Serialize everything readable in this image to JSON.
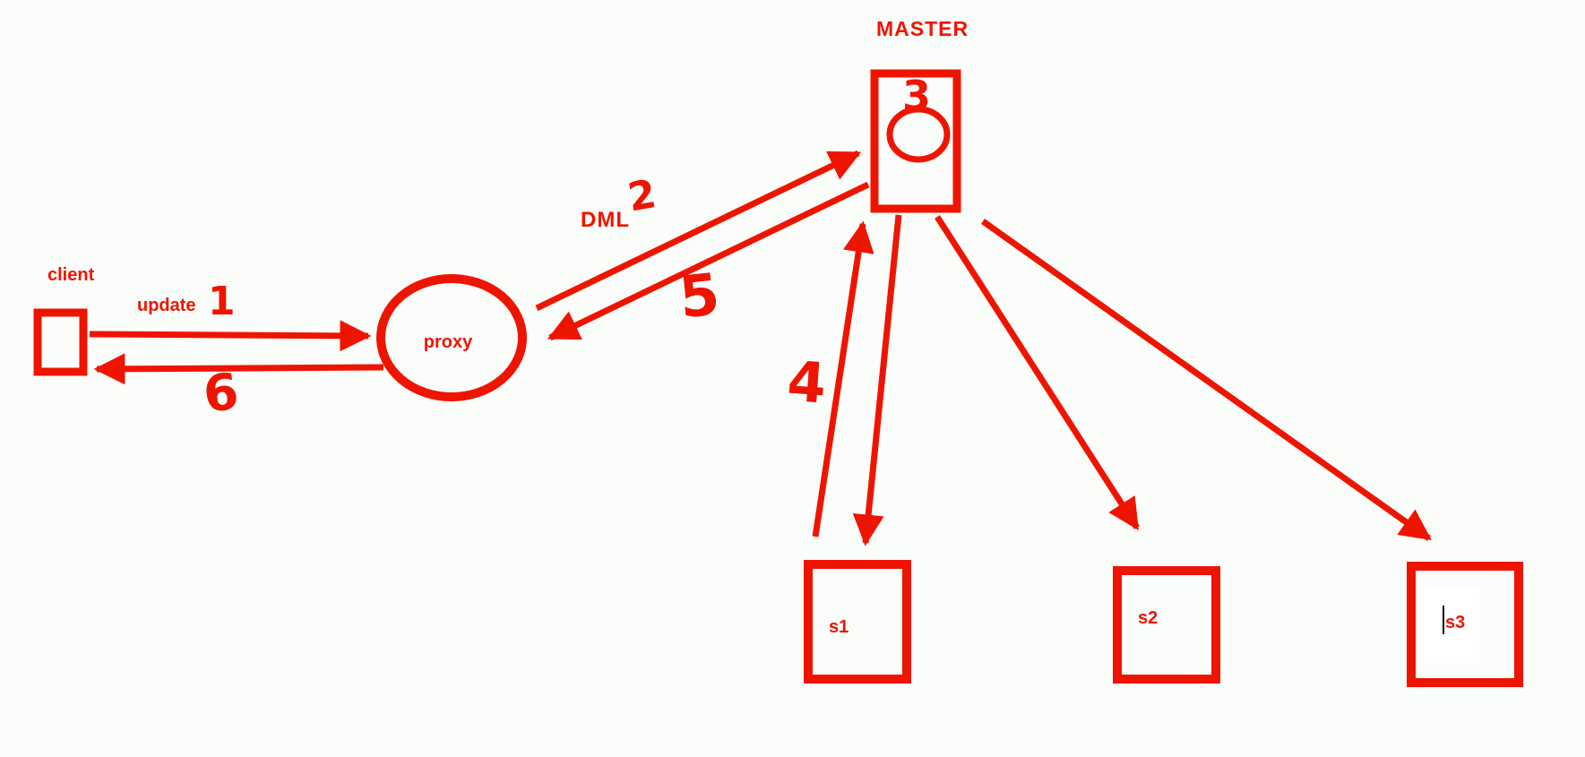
{
  "drawing": {
    "ink_color": "#ee1500",
    "background_color": "#fbfdfa",
    "caret_color": "#000000"
  },
  "nodes": {
    "client": {
      "label": "client",
      "shape": "rectangle"
    },
    "proxy": {
      "label": "proxy",
      "shape": "ellipse"
    },
    "master": {
      "label": "MASTER",
      "shape": "rectangle"
    },
    "s1": {
      "label": "s1",
      "shape": "rectangle"
    },
    "s2": {
      "label": "s2",
      "shape": "rectangle"
    },
    "s3": {
      "label": "s3",
      "shape": "rectangle"
    }
  },
  "edges": {
    "client_to_proxy": {
      "label": "update",
      "step": "1"
    },
    "proxy_to_master": {
      "label": "DML",
      "step": "2"
    },
    "master_self_loop": {
      "step": "3"
    },
    "s1_to_master": {
      "step": "4"
    },
    "master_to_proxy": {
      "step": "5"
    },
    "proxy_to_client": {
      "step": "6"
    },
    "master_to_s1": {},
    "master_to_s2": {},
    "master_to_s3": {}
  }
}
